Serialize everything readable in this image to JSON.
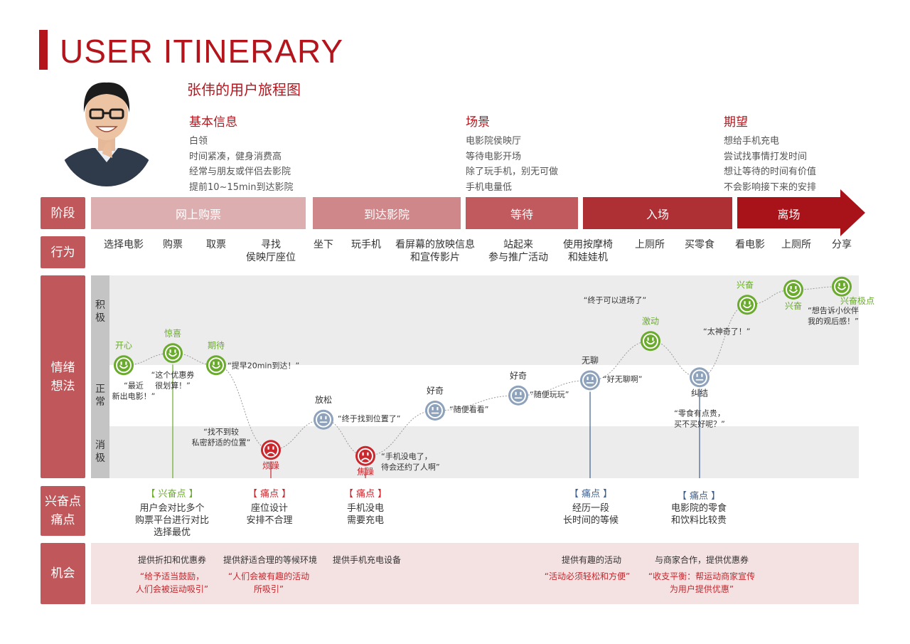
{
  "header": {
    "title": "USER ITINERARY",
    "subtitle": "张伟的用户旅程图"
  },
  "info": [
    {
      "title": "基本信息",
      "lines": [
        "白领",
        "时间紧凑，健身消费高",
        "经常与朋友或伴侣去影院",
        "提前10~15min到达影院"
      ]
    },
    {
      "title": "场景",
      "lines": [
        "电影院侯映厅",
        "等待电影开场",
        "除了玩手机，别无可做",
        "手机电量低"
      ]
    },
    {
      "title": "期望",
      "lines": [
        "想给手机充电",
        "尝试找事情打发时间",
        "想让等待的时间有价值",
        "不会影响接下来的安排"
      ]
    }
  ],
  "row_labels": {
    "stage": "阶段",
    "behavior": "行为",
    "emotion_1": "情绪",
    "emotion_2": "想法",
    "points_1": "兴奋点",
    "points_2": "痛点",
    "opportunity": "机会"
  },
  "stages": [
    "网上购票",
    "到达影院",
    "等待",
    "入场",
    "离场"
  ],
  "behaviors": [
    {
      "line1": "选择电影",
      "line2": ""
    },
    {
      "line1": "购票",
      "line2": ""
    },
    {
      "line1": "取票",
      "line2": ""
    },
    {
      "line1": "寻找",
      "line2": "侯映厅座位"
    },
    {
      "line1": "坐下",
      "line2": ""
    },
    {
      "line1": "玩手机",
      "line2": ""
    },
    {
      "line1": "看屏幕的放映信息",
      "line2": "和宣传影片"
    },
    {
      "line1": "站起来",
      "line2": "参与推广活动"
    },
    {
      "line1": "使用按摩椅",
      "line2": "和娃娃机"
    },
    {
      "line1": "上厕所",
      "line2": ""
    },
    {
      "line1": "买零食",
      "line2": ""
    },
    {
      "line1": "看电影",
      "line2": ""
    },
    {
      "line1": "上厕所",
      "line2": ""
    },
    {
      "line1": "分享",
      "line2": ""
    }
  ],
  "axis_labels": {
    "positive": [
      "积",
      "极"
    ],
    "neutral": [
      "正",
      "常"
    ],
    "negative": [
      "消",
      "极"
    ]
  },
  "colors": {
    "brand": "#b4151c",
    "positive": "#6aaa2c",
    "neutral": "#8ea2bb",
    "negative": "#c8282e",
    "pain_blue": "#3f5f8c"
  },
  "chart_data": {
    "type": "line",
    "title": "",
    "y_levels": [
      "消极",
      "正常",
      "积极"
    ],
    "points": [
      {
        "label": "开心",
        "mood": "positive",
        "value": 0.55,
        "quote": [
          "“最近",
          "新出电影！”"
        ]
      },
      {
        "label": "惊喜",
        "mood": "positive",
        "value": 0.75,
        "quote": [
          "“这个优惠券",
          "很划算！”"
        ]
      },
      {
        "label": "期待",
        "mood": "positive",
        "value": 0.55,
        "quote": [
          "“提早20min到达！”"
        ]
      },
      {
        "label": "烦躁",
        "mood": "negative",
        "value": -0.85,
        "quote": [
          "“找不到较",
          "私密舒适的位置”"
        ]
      },
      {
        "label": "放松",
        "mood": "neutral",
        "value": -0.35,
        "quote": [
          "“终于找到位置了”"
        ]
      },
      {
        "label": "焦躁",
        "mood": "negative",
        "value": -0.95,
        "quote": [
          "“手机没电了，",
          "待会还约了人啊”"
        ]
      },
      {
        "label": "好奇",
        "mood": "neutral",
        "value": -0.2,
        "quote": [
          "“随便看看”"
        ]
      },
      {
        "label": "好奇",
        "mood": "neutral",
        "value": 0.05,
        "quote": [
          "“随便玩玩”"
        ]
      },
      {
        "label": "无聊",
        "mood": "neutral",
        "value": 0.3,
        "quote": [
          "“好无聊啊”"
        ]
      },
      {
        "label": "激动",
        "mood": "positive",
        "value": 0.95,
        "quote": [
          "“终于可以进场了”"
        ]
      },
      {
        "label": "纠结",
        "mood": "neutral",
        "value": 0.35,
        "quote": [
          "“零食有点贵，",
          "买不买好呢？”"
        ]
      },
      {
        "label": "兴奋",
        "mood": "positive",
        "value": 1.55,
        "quote": [
          "“太神奇了！”"
        ]
      },
      {
        "label": "兴奋",
        "mood": "positive",
        "value": 1.8,
        "quote": []
      },
      {
        "label": "兴奋极点",
        "mood": "positive",
        "value": 1.85,
        "quote": [
          "“想告诉小伙伴",
          "我的观后感！”"
        ]
      }
    ]
  },
  "pain_points": [
    {
      "tag": "【 兴奋点 】",
      "kind": "excite",
      "lines": [
        "用户会对比多个",
        "购票平台进行对比",
        "选择最优"
      ]
    },
    {
      "tag": "【 痛点 】",
      "kind": "pain",
      "lines": [
        "座位设计",
        "安排不合理"
      ]
    },
    {
      "tag": "【 痛点 】",
      "kind": "pain",
      "lines": [
        "手机没电",
        "需要充电"
      ]
    },
    {
      "tag": "【 痛点 】",
      "kind": "pain_blue",
      "lines": [
        "经历一段",
        "长时间的等候"
      ]
    },
    {
      "tag": "【 痛点 】",
      "kind": "pain_blue",
      "lines": [
        "电影院的零食",
        "和饮料比较贵"
      ]
    }
  ],
  "opportunities": [
    {
      "title": "提供折扣和优惠券",
      "quote": [
        "“给予适当鼓励，",
        "人们会被运动吸引”"
      ]
    },
    {
      "title": "提供舒适合理的等候环境",
      "quote": [
        "“人们会被有趣的活动",
        "所吸引”"
      ]
    },
    {
      "title": "提供手机充电设备",
      "quote": []
    },
    {
      "title": "提供有趣的活动",
      "quote": [
        "“活动必须轻松和方便”"
      ]
    },
    {
      "title": "与商家合作，提供优惠券",
      "quote": [
        "“收支平衡：帮运动商家宣传",
        "为用户提供优惠”"
      ]
    }
  ]
}
